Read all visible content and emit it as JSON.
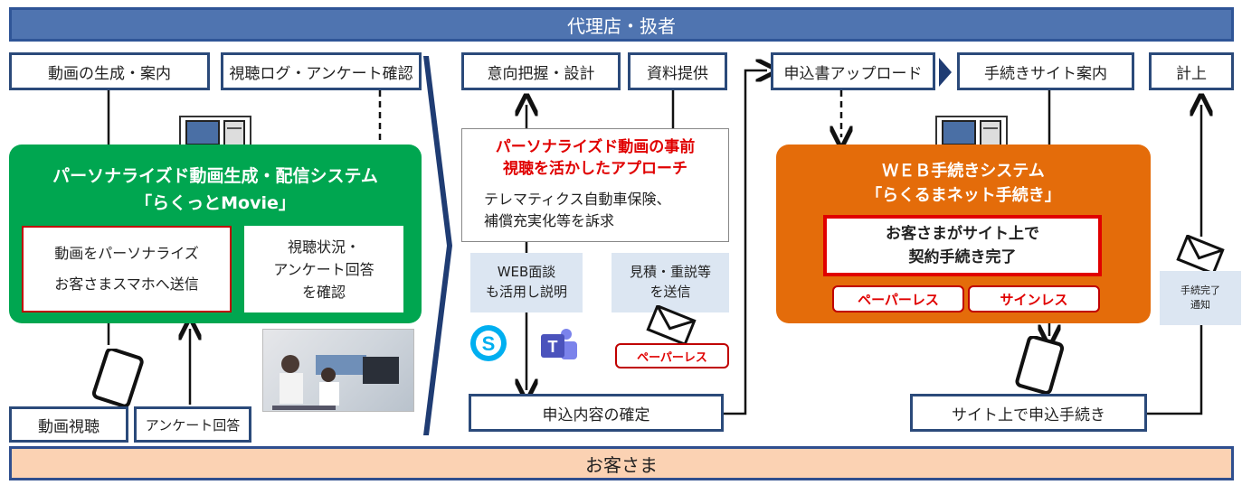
{
  "header": {
    "title": "代理店・扱者"
  },
  "footer": {
    "title": "お客さま"
  },
  "left": {
    "top_boxes": [
      "動画の生成・案内",
      "視聴ログ・アンケート確認"
    ],
    "system_title_line1": "パーソナライズド動画生成・配信システム",
    "system_title_line2": "「らくっとMovie」",
    "inner_left_line1": "動画をパーソナライズ",
    "inner_left_line2": "お客さまスマホへ送信",
    "inner_right_line1": "視聴状況・",
    "inner_right_line2": "アンケート回答",
    "inner_right_line3": "を確認",
    "bottom_boxes": [
      "動画視聴",
      "アンケート回答"
    ]
  },
  "middle": {
    "top_boxes": [
      "意向把握・設計",
      "資料提供"
    ],
    "approach_line1": "パーソナライズド動画の事前",
    "approach_line2": "視聴を活かしたアプローチ",
    "approach_line3": "テレマティクス自動車保険、",
    "approach_line4": "補償充実化等を訴求",
    "web_line1": "WEB面談",
    "web_line2": "も活用し説明",
    "quote_line1": "見積・重説等",
    "quote_line2": "を送信",
    "paperless_tag": "ペーパーレス",
    "confirm_box": "申込内容の確定"
  },
  "right": {
    "top_boxes": [
      "申込書アップロード",
      "手続きサイト案内",
      "計上"
    ],
    "system_title_line1": "ＷＥＢ手続きシステム",
    "system_title_line2": "「らくるまネット手続き」",
    "complete_line1": "お客さまがサイト上で",
    "complete_line2": "契約手続き完了",
    "pill_left": "ペーパーレス",
    "pill_right": "サインレス",
    "notice_line1": "手続完了",
    "notice_line2": "通知",
    "site_apply_box": "サイト上で申込手続き"
  },
  "colors": {
    "header_blue": "#4f74b0",
    "green": "#00a650",
    "orange": "#e46c0a",
    "footer_peach": "#fbd2b3",
    "red": "#e00000"
  }
}
